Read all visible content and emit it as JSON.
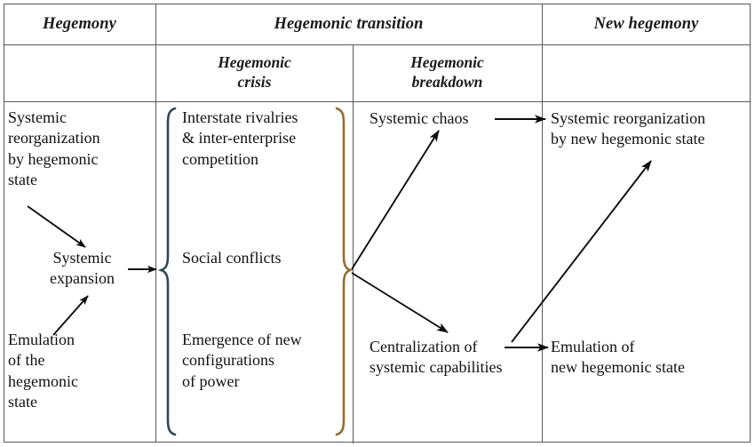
{
  "figure": {
    "type": "process-diagram-table",
    "columns": [
      {
        "id": "hegemony",
        "label": "Hegemony"
      },
      {
        "id": "hegemonic-transition",
        "label": "Hegemonic transition"
      },
      {
        "id": "new-hegemony",
        "label": "New hegemony"
      }
    ],
    "subcolumns": [
      {
        "id": "hegemonic-crisis",
        "label": "Hegemonic\ncrisis"
      },
      {
        "id": "hegemonic-breakdown",
        "label": "Hegemonic\nbreakdown"
      }
    ],
    "cells": {
      "hegemony": [
        {
          "id": "systemic-reorganization",
          "text": "Systemic\nreorganization\nby hegemonic\nstate"
        },
        {
          "id": "systemic-expansion",
          "text": "Systemic\nexpansion"
        },
        {
          "id": "emulation-of-hegemonic-state",
          "text": "Emulation\nof the\nhegemonic\nstate"
        }
      ],
      "hegemonic-crisis": [
        {
          "id": "interstate-rivalries",
          "text": "Interstate rivalries\n& inter-enterprise\ncompetition"
        },
        {
          "id": "social-conflicts",
          "text": "Social conflicts"
        },
        {
          "id": "emergence-of-new-configurations",
          "text": "Emergence of new\nconfigurations\nof power"
        }
      ],
      "hegemonic-breakdown": [
        {
          "id": "systemic-chaos",
          "text": "Systemic chaos"
        },
        {
          "id": "centralization-of-systemic-capabilities",
          "text": "Centralization of\nsystemic capabilities"
        }
      ],
      "new-hegemony": [
        {
          "id": "systemic-reorganization-by-new-hegemonic-state",
          "text": "Systemic reorganization\nby new hegemonic state"
        },
        {
          "id": "emulation-of-new-hegemonic-state",
          "text": "Emulation of\nnew hegemonic state"
        }
      ]
    },
    "connectors": [
      {
        "id": "reorganization-to-expansion",
        "from": "systemic-reorganization",
        "to": "systemic-expansion",
        "kind": "arrow-diagonal-down"
      },
      {
        "id": "emulation-to-expansion",
        "from": "emulation-of-hegemonic-state",
        "to": "systemic-expansion",
        "kind": "arrow-diagonal-up"
      },
      {
        "id": "expansion-to-crisis",
        "from": "systemic-expansion",
        "to": "hegemonic-crisis-brace",
        "kind": "arrow-horizontal"
      },
      {
        "id": "crisis-to-chaos",
        "from": "hegemonic-crisis-brace",
        "to": "systemic-chaos",
        "kind": "arrow-diagonal-up"
      },
      {
        "id": "crisis-to-centralization",
        "from": "hegemonic-crisis-brace",
        "to": "centralization-of-systemic-capabilities",
        "kind": "arrow-diagonal-down"
      },
      {
        "id": "chaos-to-new-reorganization",
        "from": "systemic-chaos",
        "to": "systemic-reorganization-by-new-hegemonic-state",
        "kind": "arrow-horizontal"
      },
      {
        "id": "centralization-to-new-emulation",
        "from": "centralization-of-systemic-capabilities",
        "to": "emulation-of-new-hegemonic-state",
        "kind": "arrow-horizontal"
      },
      {
        "id": "new-emulation-to-new-reorganization",
        "from": "emulation-of-new-hegemonic-state",
        "to": "systemic-reorganization-by-new-hegemonic-state",
        "kind": "arrow-diagonal-up-long"
      }
    ],
    "braces": [
      {
        "id": "crisis-brace-left",
        "side": "left",
        "color": "#2b4a5a"
      },
      {
        "id": "crisis-brace-right",
        "side": "right",
        "color": "#9a6b2e"
      }
    ],
    "colors": {
      "rule": "#555a5e",
      "text": "#111111",
      "brace_left": "#2f4858",
      "brace_right": "#9a6b2e",
      "arrow": "#0d0d0d",
      "background": "#ffffff"
    }
  }
}
